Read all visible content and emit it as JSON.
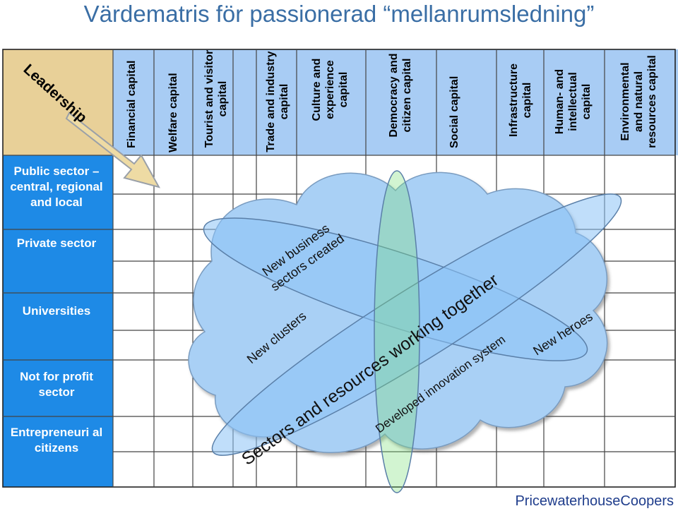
{
  "title": "Värdematris för passionerad “mellanrumsledning”",
  "corner_label": "Leadership",
  "columns": [
    "Financial capital",
    "Welfare capital",
    "Tourist and visitor capital",
    "Trade and industry capital",
    "Culture and experience capital",
    "Democracy and citizen capital",
    "Social capital",
    "Infrastructure capital",
    "Human- and intellectual capital",
    "Environmental and natural resources capital"
  ],
  "rows": [
    "Public sector – central, regional and local",
    "Private sector",
    "Universities",
    "Not for profit sector",
    "Entrepreneuri al citizens"
  ],
  "annotations": {
    "new_business": "New business sectors created",
    "new_clusters": "New clusters",
    "sectors_together": "Sectors and resources working together",
    "innovation": "Developed innovation system",
    "new_heroes": "New heroes"
  },
  "brand": "PricewaterhouseCoopers",
  "colors": {
    "header_blue": "#a8ccf4",
    "row_blue": "#1e8ae6",
    "corner_tan": "#e8d098",
    "cloud_blue": "#a9d0f5",
    "ellipse_blue": "#8cc3f5",
    "arrow_fill": "#eedba4"
  }
}
